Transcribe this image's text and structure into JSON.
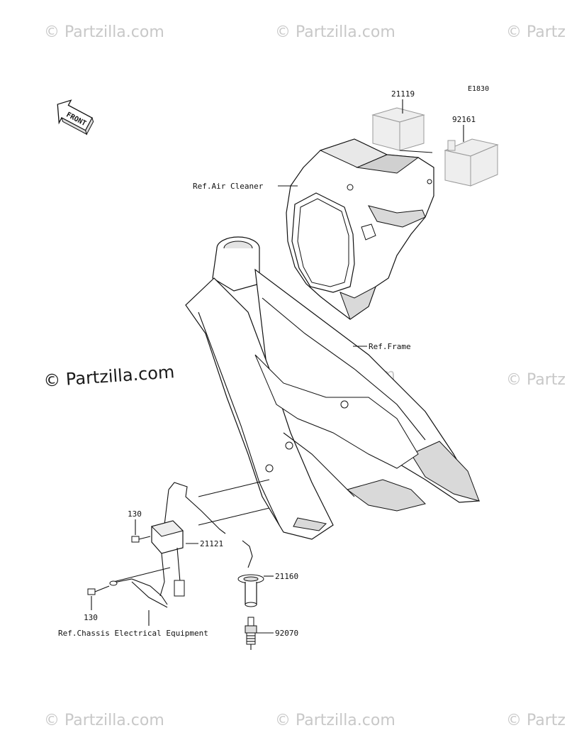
{
  "watermarks": {
    "text": "© Partzilla.com",
    "primary_text": "© Partzilla.com"
  },
  "diagram": {
    "code": "E1830",
    "front_label": "FRONT",
    "callouts": [
      {
        "id": "21119",
        "text": "21119"
      },
      {
        "id": "92161",
        "text": "92161"
      },
      {
        "id": "ref_air_cleaner",
        "text": "Ref.Air Cleaner"
      },
      {
        "id": "ref_frame",
        "text": "Ref.Frame"
      },
      {
        "id": "130_top",
        "text": "130"
      },
      {
        "id": "21121",
        "text": "21121"
      },
      {
        "id": "21160",
        "text": "21160"
      },
      {
        "id": "130_bottom",
        "text": "130"
      },
      {
        "id": "ref_chassis",
        "text": "Ref.Chassis Electrical Equipment"
      },
      {
        "id": "92070",
        "text": "92070"
      }
    ]
  }
}
